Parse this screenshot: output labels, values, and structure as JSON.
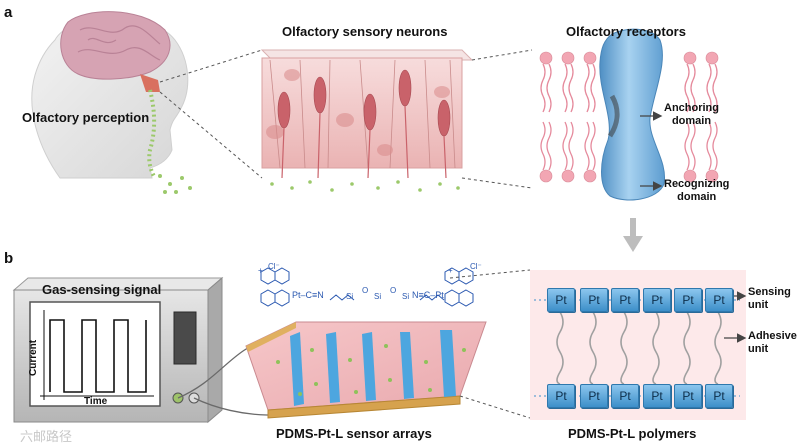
{
  "panels": {
    "a": "a",
    "b": "b"
  },
  "titles": {
    "perception": "Olfactory perception",
    "neurons": "Olfactory sensory neurons",
    "receptors": "Olfactory receptors",
    "signal": "Gas-sensing signal",
    "arrays": "PDMS-Pt-L sensor arrays",
    "polymers": "PDMS-Pt-L polymers"
  },
  "receptor_labels": {
    "anchoring_1": "Anchoring",
    "anchoring_2": "domain",
    "recognizing_1": "Recognizing",
    "recognizing_2": "domain"
  },
  "polymer_labels": {
    "sensing_1": "Sensing",
    "sensing_2": "unit",
    "adhesive_1": "Adhesive",
    "adhesive_2": "unit",
    "pt": "Pt"
  },
  "screen": {
    "current": "Current",
    "time": "Time"
  },
  "formula": {
    "charge": "+",
    "counter": "Cl⁻",
    "left": "Pt–C≡N",
    "right": "N≡C–Pt",
    "si": "Si",
    "o": "O"
  },
  "watermark": "六邮路径",
  "colors": {
    "brain": "#d9a9b6",
    "tissue": "#f0c4c4",
    "membrane": "#f2a6b3",
    "receptor": "#7fb6e0",
    "stripe": "#3a9bd5",
    "pt_box": "#5fa9d8",
    "device": "#cfcfcf",
    "dots": "#9cc96b"
  }
}
